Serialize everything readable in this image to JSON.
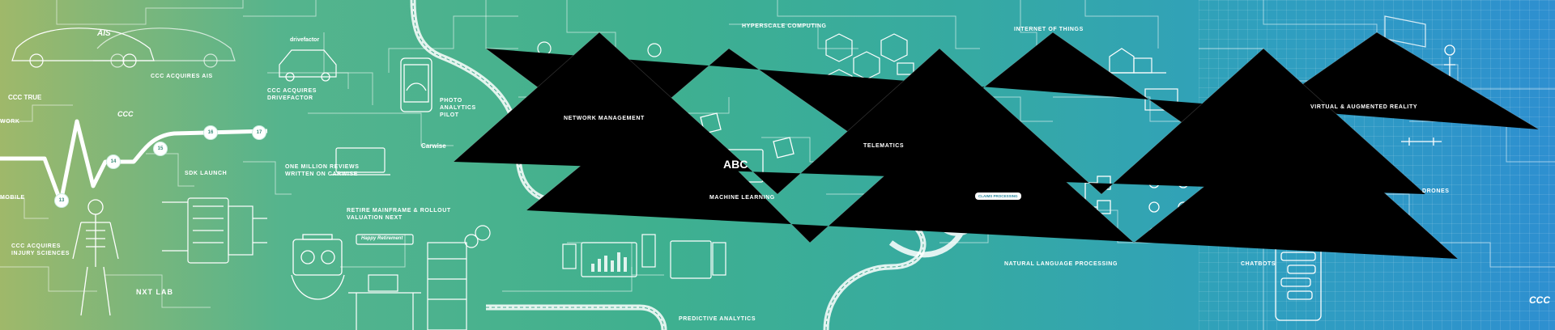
{
  "sections": {
    "ais": "CCC ACQUIRES AIS",
    "drivefactor": "CCC ACQUIRES DRIVEFACTOR",
    "photo_analytics": "PHOTO ANALYTICS PILOT",
    "sdk_launch": "SDK LAUNCH",
    "one_million": "ONE MILLION REVIEWS WRITTEN ON CARWISE",
    "retire_mainframe": "RETIRE MAINFRAME & ROLLOUT VALUATION NEXT",
    "injury_sciences": "CCC ACQUIRES INJURY SCIENCES",
    "network": "NETWORK MANAGEMENT",
    "hyperscale": "HYPERSCALE COMPUTING",
    "machine_learning": "MACHINE LEARNING",
    "predictive": "PREDICTIVE ANALYTICS",
    "telematics": "TELEMATICS",
    "iot": "INTERNET OF THINGS",
    "vr": "VIRTUAL & AUGMENTED REALITY",
    "drones": "DRONES",
    "nlp": "NATURAL LANGUAGE PROCESSING",
    "chatbots": "CHATBOTS",
    "work": "WORK",
    "mobile": "MOBILE"
  },
  "logos": {
    "ccc_true": "CCC TRUE",
    "ccc": "CCC",
    "ais": "AIS",
    "drivefactor": "drivefactor",
    "carwise": "Carwise",
    "nxt_lab": "NXT LAB",
    "abc": "ABC",
    "happy_retirement": "Happy Retirement"
  },
  "timeline": {
    "years": [
      "13",
      "14",
      "15",
      "16",
      "17"
    ]
  },
  "pills": {
    "outline": "CLAIMS PROCESSING"
  },
  "colors": {
    "left": "#9fb86a",
    "mid": "#3fb08f",
    "right": "#2e8fd0",
    "line": "#ffffff"
  }
}
